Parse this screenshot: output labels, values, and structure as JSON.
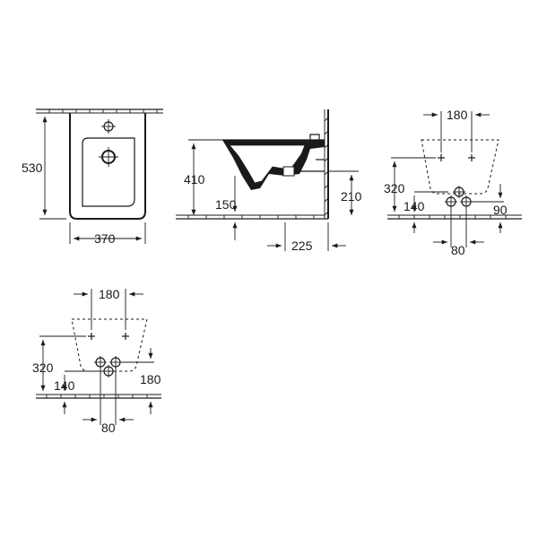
{
  "front_view": {
    "height_dim": "530",
    "width_dim": "370"
  },
  "side_view": {
    "height_dim": "410",
    "drain_dim": "150",
    "supply_height_dim": "210",
    "projection_dim": "225"
  },
  "mounting_top": {
    "bolt_spacing_dim": "180",
    "bolt_height_dim": "320",
    "floor_dim": "140",
    "connection_dim": "90",
    "connection_spacing_dim": "80"
  },
  "mounting_bottom": {
    "bolt_spacing_dim": "180",
    "bolt_height_dim": "320",
    "floor_dim": "140",
    "connection_dim": "180",
    "connection_spacing_dim": "80"
  }
}
